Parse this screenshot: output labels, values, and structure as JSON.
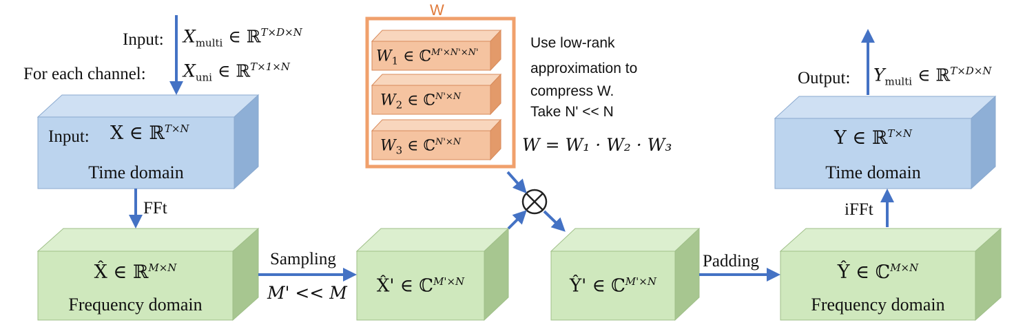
{
  "input_multi": {
    "label": "Input:",
    "math_main": "X",
    "math_sub": "multi",
    "math_set": "∈ ℝ",
    "math_sup": "T×D×N"
  },
  "input_uni": {
    "label": "For each channel:",
    "math_main": "X",
    "math_sub": "uni",
    "math_set": "∈ ℝ",
    "math_sup": "T×1×N"
  },
  "time_input_box": {
    "label": "Input:",
    "math": "X ∈ ℝ",
    "math_sup": "T×N",
    "domain": "Time domain"
  },
  "fft_label": "FFt",
  "freq_input_box": {
    "math": "X̂ ∈ ℝ",
    "math_sup": "M×N",
    "domain": "Frequency domain"
  },
  "sampling": {
    "label": "Sampling",
    "condition": "M' << M"
  },
  "sampled_box": {
    "math": "X̂' ∈ ℂ",
    "math_sup": "M'×N"
  },
  "weights": {
    "title": "W",
    "w1": {
      "main": "W",
      "sub": "1",
      "set": "∈ ℂ",
      "sup": "M'×N'×N'"
    },
    "w2": {
      "main": "W",
      "sub": "2",
      "set": "∈ ℂ",
      "sup": "N'×N"
    },
    "w3": {
      "main": "W",
      "sub": "3",
      "set": "∈ ℂ",
      "sup": "N'×N"
    },
    "note_lines": [
      "Use low-rank",
      "approximation to",
      "compress W.",
      "Take N' << N"
    ],
    "product": "W = W₁ · W₂ · W₃"
  },
  "multiply_symbol": "⊗",
  "result_box": {
    "math": "Ŷ' ∈ ℂ",
    "math_sup": "M'×N"
  },
  "padding_label": "Padding",
  "freq_output_box": {
    "math": "Ŷ ∈ ℂ",
    "math_sup": "M×N",
    "domain": "Frequency domain"
  },
  "ifft_label": "iFFt",
  "time_output_box": {
    "math": "Y ∈ ℝ",
    "math_sup": "T×N",
    "domain": "Time domain"
  },
  "output": {
    "label": "Output:",
    "math_main": "Y",
    "math_sub": "multi",
    "math_set": "∈ ℝ",
    "math_sup": "T×D×N"
  },
  "colors": {
    "arrow": "#4472c4",
    "blue_face": "#bcd4ee",
    "blue_top": "#cfe0f3",
    "blue_side": "#8eafd6",
    "green_face": "#cfe8bd",
    "green_top": "#dcefcf",
    "green_side": "#a7c690",
    "orange_face": "#f5c3a0",
    "orange_top": "#f8d6bd",
    "orange_side": "#e39a6a",
    "orange_frame": "#f0a06c"
  }
}
